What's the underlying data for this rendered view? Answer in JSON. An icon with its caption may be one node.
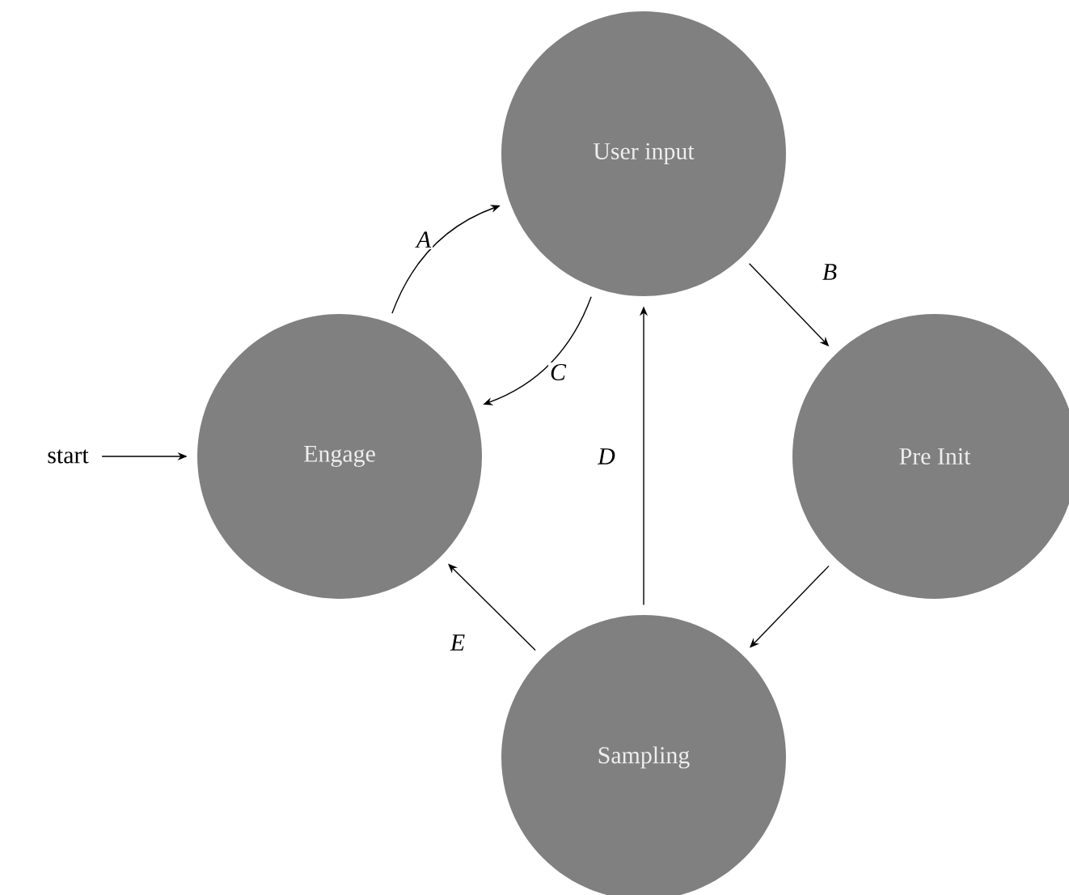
{
  "diagram": {
    "nodes": [
      {
        "text": [
          "User input"
        ]
      },
      {
        "text": [
          "Engage"
        ]
      },
      {
        "text": [
          "Pre Init"
        ]
      },
      {
        "text": [
          "Sampling"
        ]
      },
      {
        "text": [
          "start"
        ]
      }
    ],
    "edges": [
      {
        "from": 4,
        "to": 1,
        "arrow": "to"
      },
      {
        "from": 1,
        "to": 0,
        "arrow": "to",
        "label": "A"
      },
      {
        "from": 0,
        "to": 2,
        "arrow": "to",
        "label": "B"
      },
      {
        "from": 0,
        "to": 1,
        "arrow": "to",
        "label": "C"
      },
      {
        "from": 3,
        "to": 0,
        "arrow": "to",
        "label": "D"
      },
      {
        "from": 3,
        "to": 1,
        "arrow": "to",
        "label": "E"
      },
      {
        "from": 2,
        "to": 3,
        "arrow": "to"
      }
    ]
  }
}
